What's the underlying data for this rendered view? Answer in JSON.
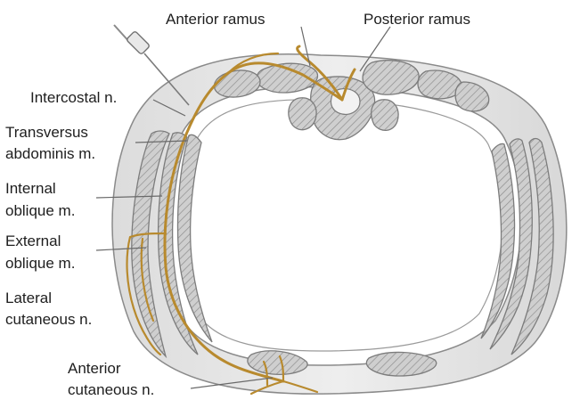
{
  "labels": {
    "anterior_ramus": "Anterior ramus",
    "posterior_ramus": "Posterior ramus",
    "intercostal_n": "Intercostal n.",
    "transversus_1": "Transversus",
    "transversus_2": "abdominis m.",
    "internal_1": "Internal",
    "internal_2": "oblique m.",
    "external_1": "External",
    "external_2": "oblique m.",
    "lateral_1": "Lateral",
    "lateral_2": "cutaneous n.",
    "anterior_cut_1": "Anterior",
    "anterior_cut_2": "cutaneous n."
  },
  "colors": {
    "nerve": "#b88a2e",
    "muscle_fill": "#c9c9c9",
    "muscle_hatch": "#8f8f8f",
    "body_wall": "#e6e6e6",
    "leader": "#6a6a6a"
  }
}
